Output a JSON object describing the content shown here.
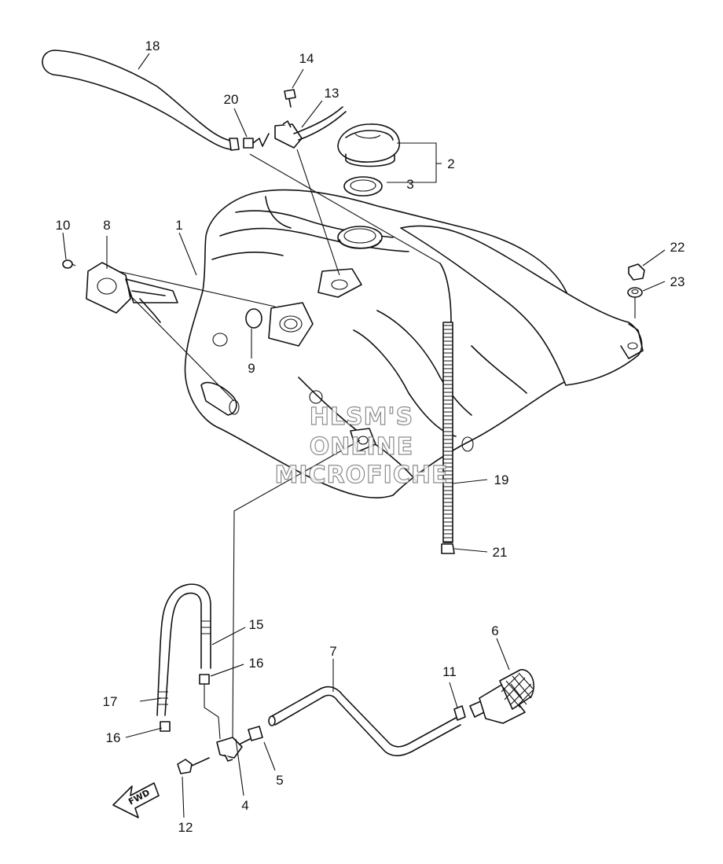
{
  "diagram": {
    "part_labels": [
      "1",
      "2",
      "3",
      "4",
      "5",
      "6",
      "7",
      "8",
      "9",
      "10",
      "11",
      "12",
      "13",
      "14",
      "15",
      "16",
      "16",
      "17",
      "18",
      "19",
      "20",
      "21",
      "22",
      "23"
    ],
    "watermark": [
      "HLSM'S",
      "ONLINE",
      "MICROFICHE"
    ],
    "direction_marker": "FWD"
  }
}
